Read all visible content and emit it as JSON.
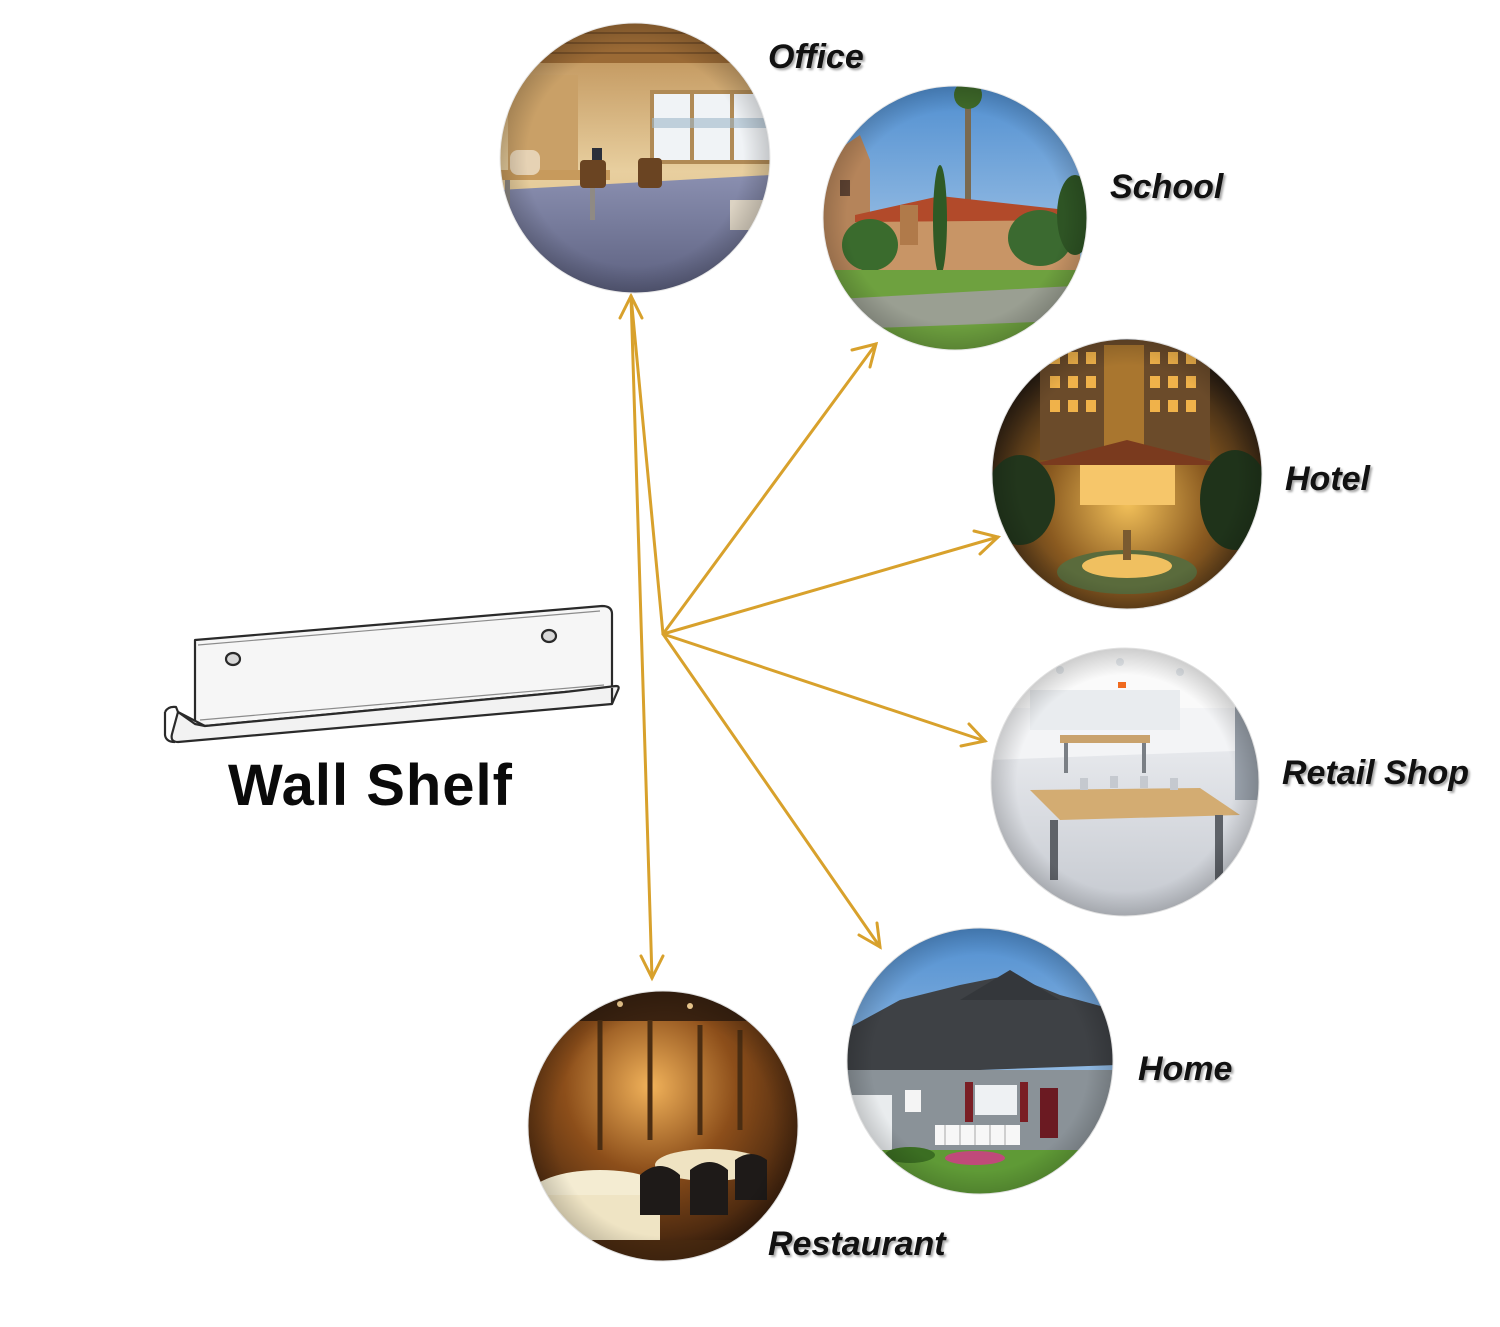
{
  "product": {
    "title": "Wall Shelf",
    "image_icon": "acrylic-wall-shelf-illustration"
  },
  "arrow_color": "#d8a12c",
  "applications": [
    {
      "label": "Office",
      "scene": "office-interior-photo"
    },
    {
      "label": "School",
      "scene": "school-campus-photo"
    },
    {
      "label": "Hotel",
      "scene": "hotel-night-photo"
    },
    {
      "label": "Retail Shop",
      "scene": "retail-store-photo"
    },
    {
      "label": "Home",
      "scene": "house-exterior-photo"
    },
    {
      "label": "Restaurant",
      "scene": "restaurant-interior-photo"
    }
  ]
}
